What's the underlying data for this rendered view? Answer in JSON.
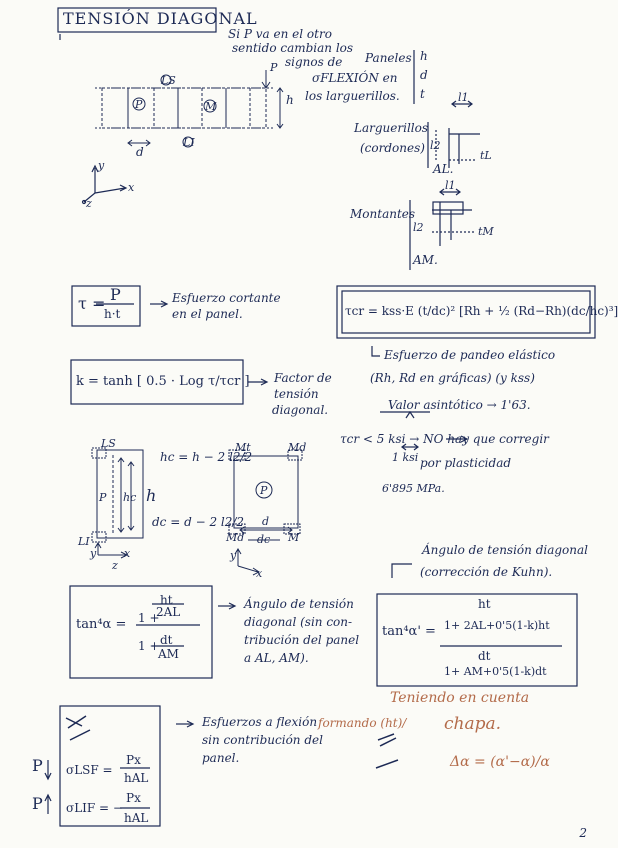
{
  "title": "TENSIÓN DIAGONAL",
  "note": [
    "Si P va en el otro",
    "sentido cambian los",
    "signos de",
    "σFLEXIÓN en",
    "los larguerillos."
  ],
  "paneles": "Paneles",
  "paneles_vars": [
    "h",
    "d",
    "t"
  ],
  "larguerillos": [
    "Larguerillos",
    "(cordones)"
  ],
  "montantes": "Montantes",
  "AL": "AL.",
  "AM": "AM.",
  "labels": {
    "LS": "LS",
    "LI": "LI",
    "P": "P",
    "M": "M",
    "h": "h",
    "d": "d",
    "l1": "l1",
    "l2": "l2",
    "tL": "tL",
    "tM": "tM",
    "axis_x": "x",
    "axis_y": "y",
    "axis_z": "z",
    "Pforce": "P",
    "hc": "hc",
    "dc": "dc",
    "Mt": "Mt",
    "Md": "Md"
  },
  "eq_tau": "τ = P / h·t",
  "eq_tau_desc": [
    "Esfuerzo cortante",
    "en el panel."
  ],
  "eq_tcr": "τcr = kss·E (t/dc)² [Rh + ½ (Rd−Rh)(dc/hc)³]",
  "tcr_desc": [
    "Esfuerzo de pandeo elástico",
    "(Rh, Rd en gráficas) (y kss)",
    "Valor asintótico → 1'63."
  ],
  "eq_k": "k = tanh [ 0.5 · Log τ/τcr ]",
  "k_desc": [
    "Factor de",
    "tensión",
    "diagonal."
  ],
  "hc_eq": "hc = h − 2 l2/2",
  "dc_eq": "dc = d − 2 l2/2",
  "plast": [
    "τcr < 5 ksi → NO hay que corregir",
    "por plasticidad",
    "1 ksi",
    "6'895 MPa."
  ],
  "angle_title": [
    "Ángulo de tensión diagonal",
    "(corrección de Kuhn)."
  ],
  "eq_tan_left": "tan⁴α = (1 + ht/2AL) / (1 + dt/AM)",
  "eq_tan_right": "tan⁴α' = (1 + ht/(2AL+0'5(1−k)ht)) / (1 + dt/(AM+0'5(1−k)dt))",
  "angle_desc": [
    "Ángulo de tensión",
    "diagonal (sin con-",
    "tribución del panel",
    "a AL, AM)."
  ],
  "pencil_right": [
    "Teniendo en cuenta",
    "formando (ht)/",
    "chapa."
  ],
  "delta_alpha": "Δα = (α'−α)/α",
  "flex_desc": [
    "Esfuerzos a flexión",
    "sin contribución del",
    "panel."
  ],
  "sig_ls": "σLSF = Px / hAL",
  "sig_li": "σLIF = − Px / hAL",
  "page_num": "2"
}
